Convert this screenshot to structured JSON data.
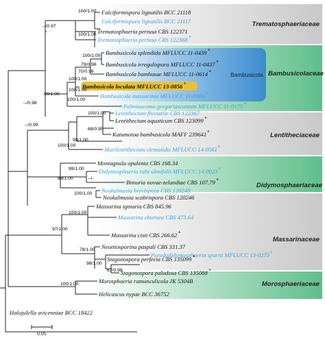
{
  "colors": {
    "black_taxon": "#111111",
    "blue_taxon": "#3aa0d8",
    "gray_band": "#d6d6d6",
    "green_band": "#62c08e",
    "blue_box": "#3c90d0",
    "highlight": "#e8c23a"
  },
  "families": {
    "trematosphaeriaceae": "Trematosphaeriaceae",
    "bambusicolaceae": "Bambusicolaceae",
    "lentitheciaceae": "Lentitheciaceae",
    "didymosphaeriaceae": "Didymosphaeriaceae",
    "massarinaceae": "Massarinaceae",
    "morosphaeriaceae": "Morosphaeriaceae"
  },
  "genus_label": "Bambusicola",
  "taxa": [
    {
      "name": "Falciformispora lignatilis BCC 21118",
      "color": "black",
      "star": ""
    },
    {
      "name": "Falciformispora lignatilis BCC 21117",
      "color": "blue",
      "star": ""
    },
    {
      "name": "Trematosphaeria pertusa CBS 122371",
      "color": "black",
      "star": ""
    },
    {
      "name": "Trematosphaeria pertusa CBS 122368",
      "color": "blue",
      "star": "*"
    },
    {
      "name": "Bambusicola splendida MFLUCC 11-0439",
      "color": "black",
      "star": "*"
    },
    {
      "name": "Bambusicola irregulispora MFLUCC 11-0437",
      "color": "black",
      "star": "*"
    },
    {
      "name": "Bambusicola bambusae MFLUCC 11-0614",
      "color": "black",
      "star": "*"
    },
    {
      "name": "Bambusicola loculata MFLUCC 13-0856",
      "color": "black",
      "star": "*",
      "highlight": true
    },
    {
      "name": "Bambusicola massarinia MFLUCC 11-0389",
      "color": "blue",
      "star": "*"
    },
    {
      "name": "Palmiascoma gregariascomum MFLUCC 11-0175",
      "color": "blue",
      "star": "*"
    },
    {
      "name": "Lentithecium fluviatile CBS 122367",
      "color": "blue",
      "star": ""
    },
    {
      "name": "Lentithecium aquaticum CBS 123099",
      "color": "black",
      "star": "*"
    },
    {
      "name": "Katumotoa bambusicola MAFF 239641",
      "color": "black",
      "star": "*"
    },
    {
      "name": "Murilentithecium clematidis MFLUCC 14-0561",
      "color": "blue",
      "star": "*"
    },
    {
      "name": "Montagnula opulenta CBS 168.34",
      "color": "black",
      "star": ""
    },
    {
      "name": "Didymosphaeria rubi-ulmifolii MFLUCC 14-0023",
      "color": "blue",
      "star": "*"
    },
    {
      "name": "Bimuria novae-zelandiae CBS 107.79",
      "color": "black",
      "star": "*"
    },
    {
      "name": "Neokalmusia brevispora CBS 120248",
      "color": "blue",
      "star": ""
    },
    {
      "name": "Neokalmusia scabrispora CBS 120246",
      "color": "black",
      "star": ""
    },
    {
      "name": "Massarina igniaria CBS 845.96",
      "color": "black",
      "star": ""
    },
    {
      "name": "Massarina eburnea CBS 473.64",
      "color": "blue",
      "star": ""
    },
    {
      "name": "Massarina cisti CBS 266.62",
      "color": "black",
      "star": "*"
    },
    {
      "name": "Neottiosporina paspali CBS 331.37",
      "color": "black",
      "star": ""
    },
    {
      "name": "Stagonospora perfecta CBS 135099",
      "color": "black",
      "star": "*"
    },
    {
      "name": "Pseudodidymosphaeria spartii MFLUCC 13-0273",
      "color": "blue",
      "star": "*"
    },
    {
      "name": "Stagonospora paludosa CBS 135088",
      "color": "black",
      "star": "*"
    },
    {
      "name": "Morosphaeria ramunculicola JK 5304B",
      "color": "black",
      "star": ""
    },
    {
      "name": "Helicascus nypae BCC 36752",
      "color": "black",
      "star": ""
    },
    {
      "name": "Halojulella avicenniae BCC 18422",
      "color": "black",
      "star": ""
    }
  ],
  "support_values": {
    "falciformispora": "100/1.00",
    "trematosphaeria": "100/1.00",
    "trematosphaeriaceae": "--/0.97",
    "splendida_irregulispora": "100/1.00",
    "bambusicola_a": "79/0.98",
    "bambusicola_b": "70/0.96",
    "bambusicola_c": "100/1.00",
    "bambusicola_d": "100/1.00",
    "bambusicola_e": "100/1.00",
    "bambus_palm": "99/1.00",
    "upper_clade": "--/0.98",
    "lentithecium": "100/1.00",
    "lent_a": "68/0.95",
    "lent_b": "98/1.00",
    "lent_c": "100/1.00",
    "lent_d": "--/0.99",
    "didy_a": "99/1.00",
    "didy_b": "--/-",
    "neokalmusia": "100/1.00",
    "lent_didy": "88/1.00",
    "massarina_a": "100/1.00",
    "massarinaceae": "97/1.00",
    "stag_a": "78/1.00",
    "stag_b": "98/1.00",
    "stag_c": "67/0.98",
    "morosphaeriaceae": "100/1.00",
    "scale_label": "0.05"
  }
}
